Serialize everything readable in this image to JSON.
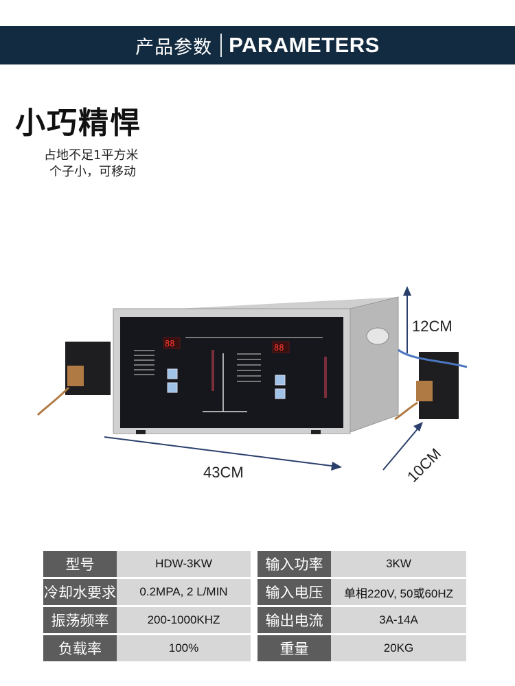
{
  "header": {
    "title_cn": "产品参数",
    "title_en": "PARAMETERS"
  },
  "headline": "小巧精悍",
  "subtext": {
    "line1": "占地不足1平方米",
    "line2": "个子小，可移动"
  },
  "dimensions": {
    "height": "12CM",
    "width": "43CM",
    "depth": "10CM"
  },
  "params": [
    {
      "label_left": "型号",
      "value_left": "HDW-3KW",
      "label_right": "输入功率",
      "value_right": "3KW"
    },
    {
      "label_left": "冷却水要求",
      "value_left": "0.2MPA, 2 L/MIN",
      "label_right": "输入电压",
      "value_right": "单相220V, 50或60HZ"
    },
    {
      "label_left": "振荡频率",
      "value_left": "200-1000KHZ",
      "label_right": "输出电流",
      "value_right": "3A-14A"
    },
    {
      "label_left": "负载率",
      "value_left": "100%",
      "label_right": "重量",
      "value_right": "20KG"
    }
  ],
  "colors": {
    "header_bg": "#132b40",
    "label_bg": "#5c5c5c",
    "value_bg": "#d7d7d7",
    "arrow": "#2a3f6b"
  }
}
